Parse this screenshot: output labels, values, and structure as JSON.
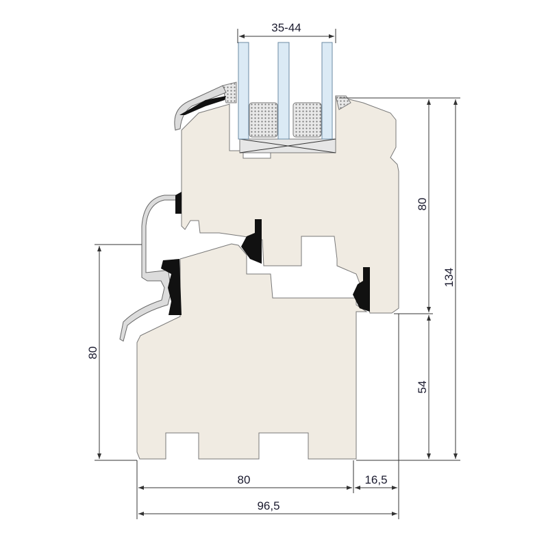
{
  "drawing": {
    "title": "Window profile cross-section",
    "dimensions": {
      "glass_thickness": "35-44",
      "sash_height": "80",
      "total_height": "134",
      "frame_height_right": "54",
      "frame_height_left": "80",
      "frame_width": "80",
      "overhang_width": "16,5",
      "total_width": "96,5"
    },
    "colors": {
      "wood": "#f0ebe2",
      "glass": "#dbeaf5",
      "seal": "#111111",
      "aluminium": "#dcdcdc"
    }
  }
}
